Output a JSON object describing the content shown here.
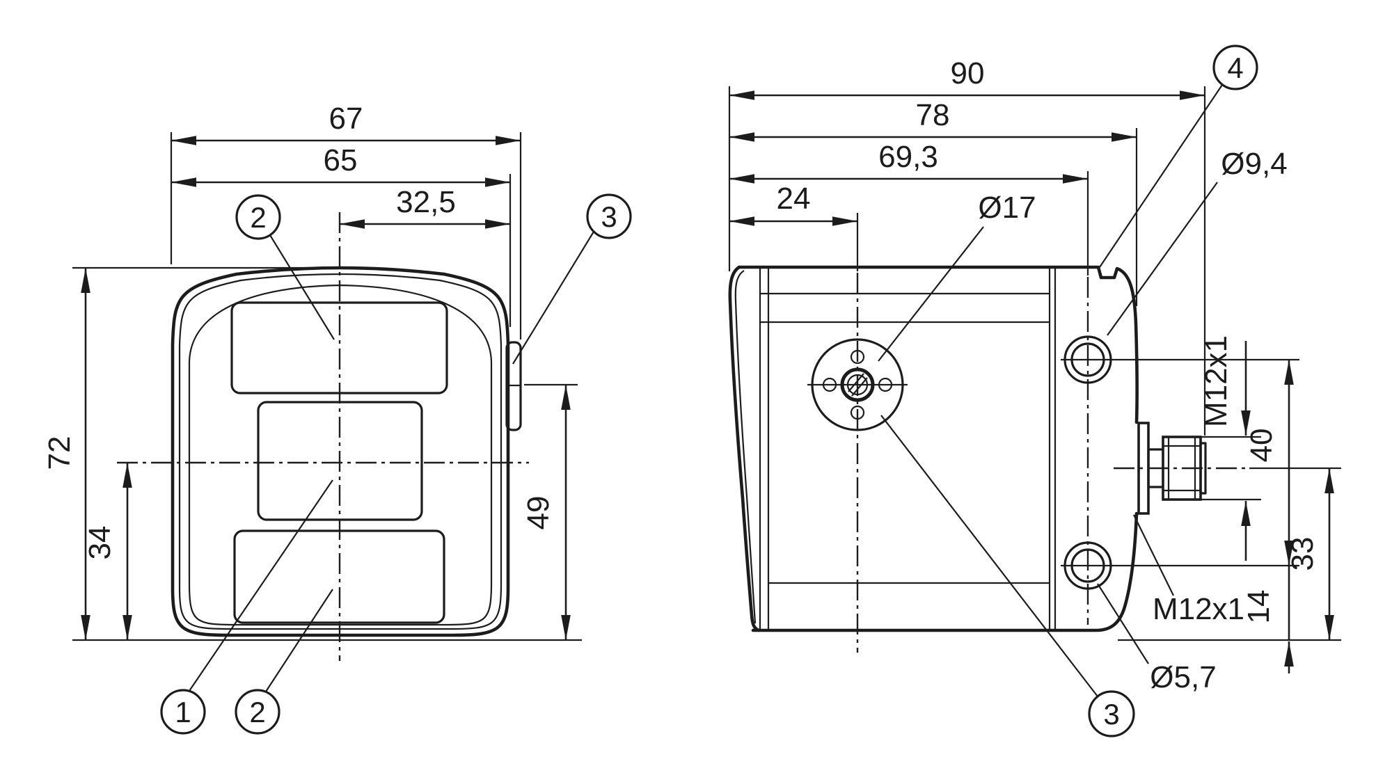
{
  "meta": {
    "description": "Technical dimensional drawing of a sensor housing, front view and side view, dimensions in mm",
    "line_color": "#1c1c1c",
    "background_color": "#ffffff"
  },
  "front_view": {
    "dims": {
      "overall_width": "67",
      "housing_width": "65",
      "half_width": "32,5",
      "overall_height": "72",
      "axis_to_bottom": "34",
      "clip_bottom_height": "49"
    },
    "callouts": {
      "c1": "1",
      "c2": "2",
      "c3": "3"
    }
  },
  "side_view": {
    "dims": {
      "overall_depth": "90",
      "housing_depth": "78",
      "hole_axis_depth": "69,3",
      "lens_axis_depth": "24",
      "hole_spacing": "40",
      "connector_axis_height": "33",
      "hole_to_bottom": "14"
    },
    "labels": {
      "focus_ring_dia": "Ø17",
      "mount_hole_dia": "Ø9,4",
      "inner_hole_dia": "Ø5,7",
      "connector_thread_top": "M12x1",
      "connector_thread_bottom": "M12x1"
    },
    "callouts": {
      "c3": "3",
      "c4": "4"
    }
  }
}
